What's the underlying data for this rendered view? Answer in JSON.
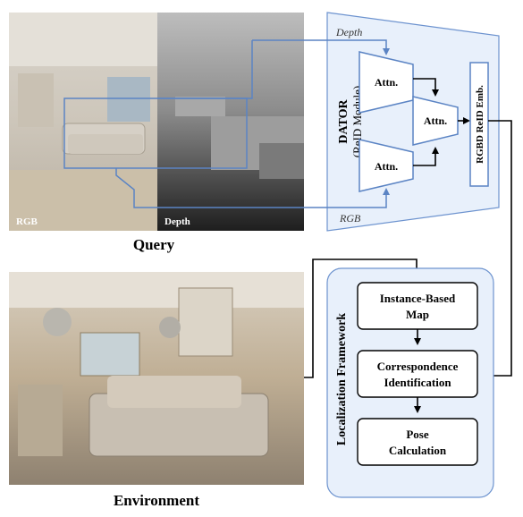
{
  "query": {
    "rgb_label": "RGB",
    "depth_label": "Depth",
    "caption": "Query"
  },
  "dator": {
    "title": "DATOR",
    "subtitle": "(ReID Module)",
    "depth_input": "Depth",
    "rgb_input": "RGB",
    "attn_top": "Attn.",
    "attn_bottom": "Attn.",
    "attn_fuse": "Attn.",
    "embedding": "RGBD ReID Emb."
  },
  "environment": {
    "caption": "Environment"
  },
  "framework": {
    "title": "Localization Framework",
    "step1_line1": "Instance-Based",
    "step1_line2": "Map",
    "step2_line1": "Correspondence",
    "step2_line2": "Identification",
    "step3_line1": "Pose",
    "step3_line2": "Calculation"
  },
  "colors": {
    "accent_blue": "#5b84c4",
    "panel_fill": "#e8f0fb",
    "panel_stroke": "#6d93cf",
    "arrow": "#000000"
  }
}
